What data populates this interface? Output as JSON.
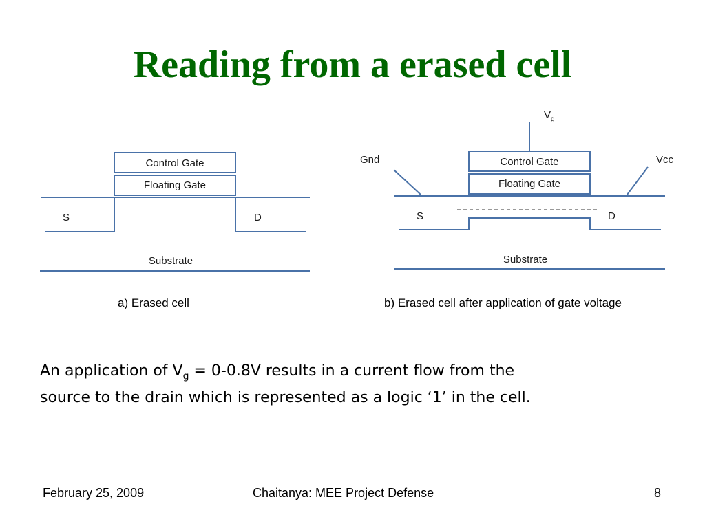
{
  "slide": {
    "title": "Reading from a erased cell"
  },
  "diagram_a": {
    "control_gate": "Control Gate",
    "floating_gate": "Floating Gate",
    "source": "S",
    "drain": "D",
    "substrate": "Substrate",
    "caption": "a) Erased cell"
  },
  "diagram_b": {
    "gate_voltage_main": "V",
    "gate_voltage_sub": "g",
    "gnd": "Gnd",
    "vcc": "Vcc",
    "control_gate": "Control Gate",
    "floating_gate": "Floating Gate",
    "source": "S",
    "drain": "D",
    "substrate": "Substrate",
    "caption": "b) Erased cell after application of gate voltage"
  },
  "body": {
    "part1": "An application of V",
    "sub": "g",
    "part2": " = 0-0.8V results in a current flow from the",
    "line2": "source to the drain which is represented as a logic ‘1’ in the cell."
  },
  "footer": {
    "date": "February 25, 2009",
    "center": "Chaitanya: MEE Project Defense",
    "page": "8"
  }
}
